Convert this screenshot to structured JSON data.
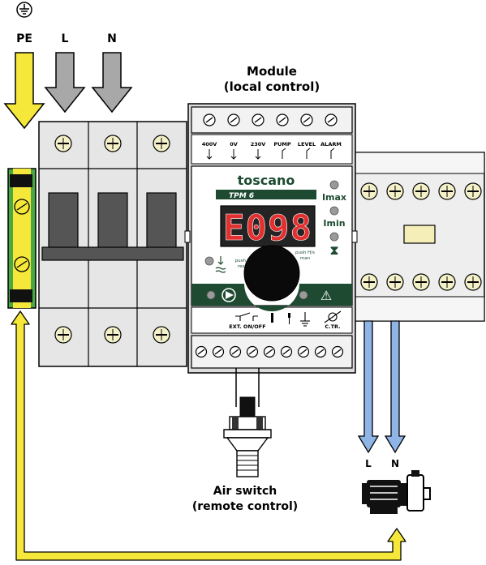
{
  "labels": {
    "pe": "PE",
    "l_supply": "L",
    "n_supply": "N",
    "module_line1": "Module",
    "module_line2": "(local control)",
    "air_switch_line1": "Air switch",
    "air_switch_line2": "(remote control)",
    "l_motor": "L",
    "n_motor": "N"
  },
  "module": {
    "terminal_labels": [
      "400V",
      "0V",
      "230V",
      "PUMP",
      "LEVEL",
      "ALARM"
    ],
    "brand": "toscano",
    "model": "TPM 6",
    "display": "E098",
    "imax": "Imax",
    "imin": "Imin",
    "hourglass": "⧗",
    "push_to_reset": "push to\nreset",
    "push_hs_man": "push H/s\nman",
    "bottom_labels": [
      "EXT. ON/OFF",
      "C.TR."
    ],
    "warning": "⚠"
  },
  "colors": {
    "earth_yellow": "#f5e83a",
    "earth_green": "#49a843",
    "arrow_grey": "#a8a8a8",
    "motor_blue": "#8fb4e6",
    "module_green": "#1d4a30",
    "display_red": "#e23030",
    "breaker_grey": "#e4e4e4"
  }
}
